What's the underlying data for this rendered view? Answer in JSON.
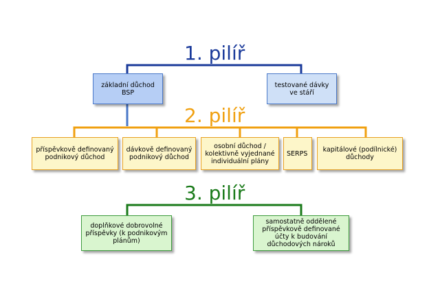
{
  "pillar1": {
    "title": "1. pilíř",
    "color": "#1a3a9a",
    "boxes": [
      "základní důchod BSP",
      "testované dávky ve stáří"
    ]
  },
  "pillar2": {
    "title": "2. pilíř",
    "color": "#f0a010",
    "boxes": [
      "příspěvkově definovaný podnikový důchod",
      "dávkově definovaný podnikový důchod",
      "osobní důchod / kolektivně vyjednané individuální plány",
      "SERPS",
      "kapitálové (podílnické) důchody"
    ]
  },
  "pillar3": {
    "title": "3. pilíř",
    "color": "#1a7a1a",
    "boxes": [
      "doplňkové dobrovolné příspěvky (k podnikovým plánům)",
      "samostatně oddělené příspěvkově definované účty k budování důchodových nároků"
    ]
  }
}
